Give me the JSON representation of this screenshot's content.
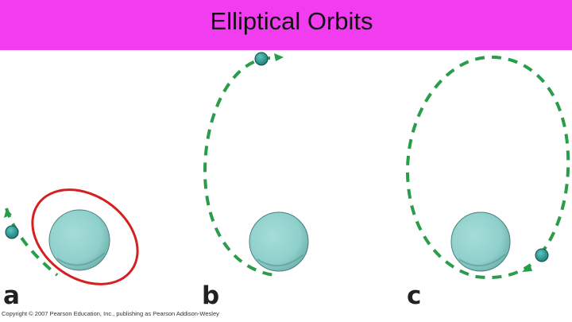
{
  "title": "Elliptical Orbits",
  "colors": {
    "title_bar": "#f23cf0",
    "orbit": "#2a9d4a",
    "planet": "#8fd0cc",
    "moon": "#2f9f9a",
    "highlight": "#d62020"
  },
  "panels": [
    {
      "label": "a",
      "moon_direction": "up-left"
    },
    {
      "label": "b",
      "moon_direction": "right"
    },
    {
      "label": "c",
      "moon_direction": "down-left"
    }
  ],
  "copyright": "Copyright © 2007 Pearson Education, Inc., publishing as Pearson Addison-Wesley"
}
